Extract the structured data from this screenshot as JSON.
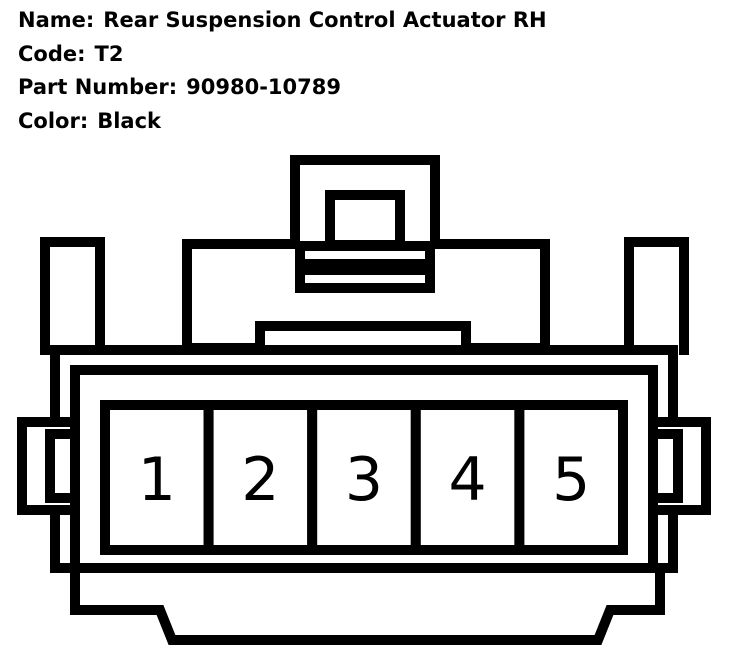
{
  "info": {
    "name_label": "Name:",
    "name_value": "Rear Suspension Control Actuator RH",
    "code_label": "Code:",
    "code_value": "T2",
    "part_label": "Part Number:",
    "part_value": "90980-10789",
    "color_label": "Color:",
    "color_value": "Black"
  },
  "connector": {
    "pins": [
      "1",
      "2",
      "3",
      "4",
      "5"
    ],
    "line_color": "#000000",
    "fill_color": "#ffffff"
  }
}
